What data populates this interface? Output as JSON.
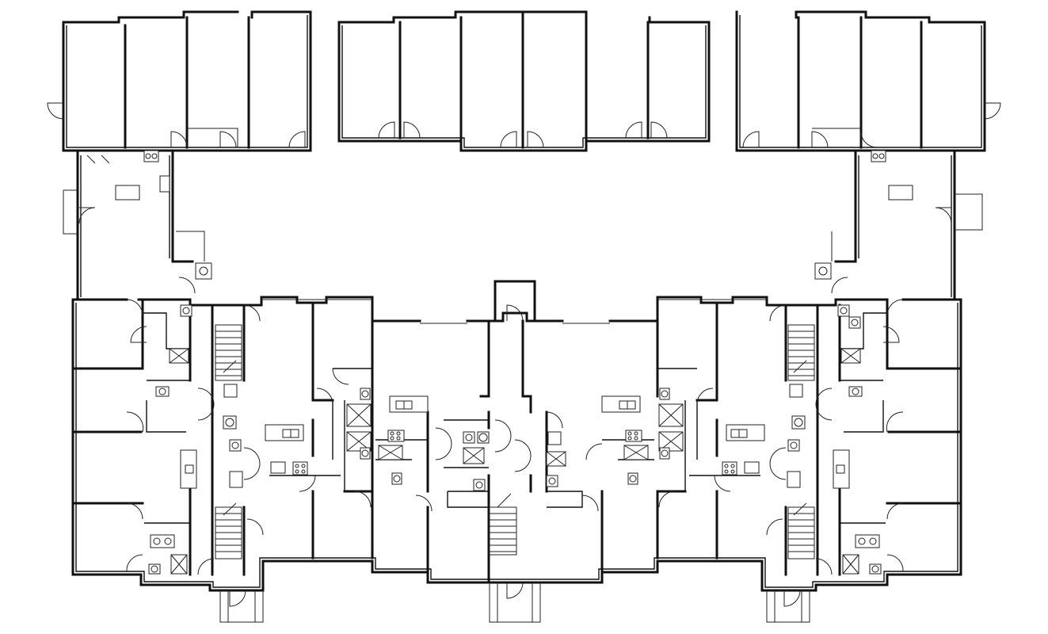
{
  "drawing": {
    "kind": "architectural floor plan",
    "line_color": "#111111",
    "background": "#ffffff"
  },
  "wings": [
    "left-garage-wing",
    "center-garage-wing",
    "right-garage-wing",
    "main-residential-block"
  ],
  "icons": [
    "door-swing-icon",
    "toilet-icon",
    "sink-icon",
    "stove-icon",
    "stair-icon",
    "shower-icon",
    "kitchen-island-icon"
  ]
}
